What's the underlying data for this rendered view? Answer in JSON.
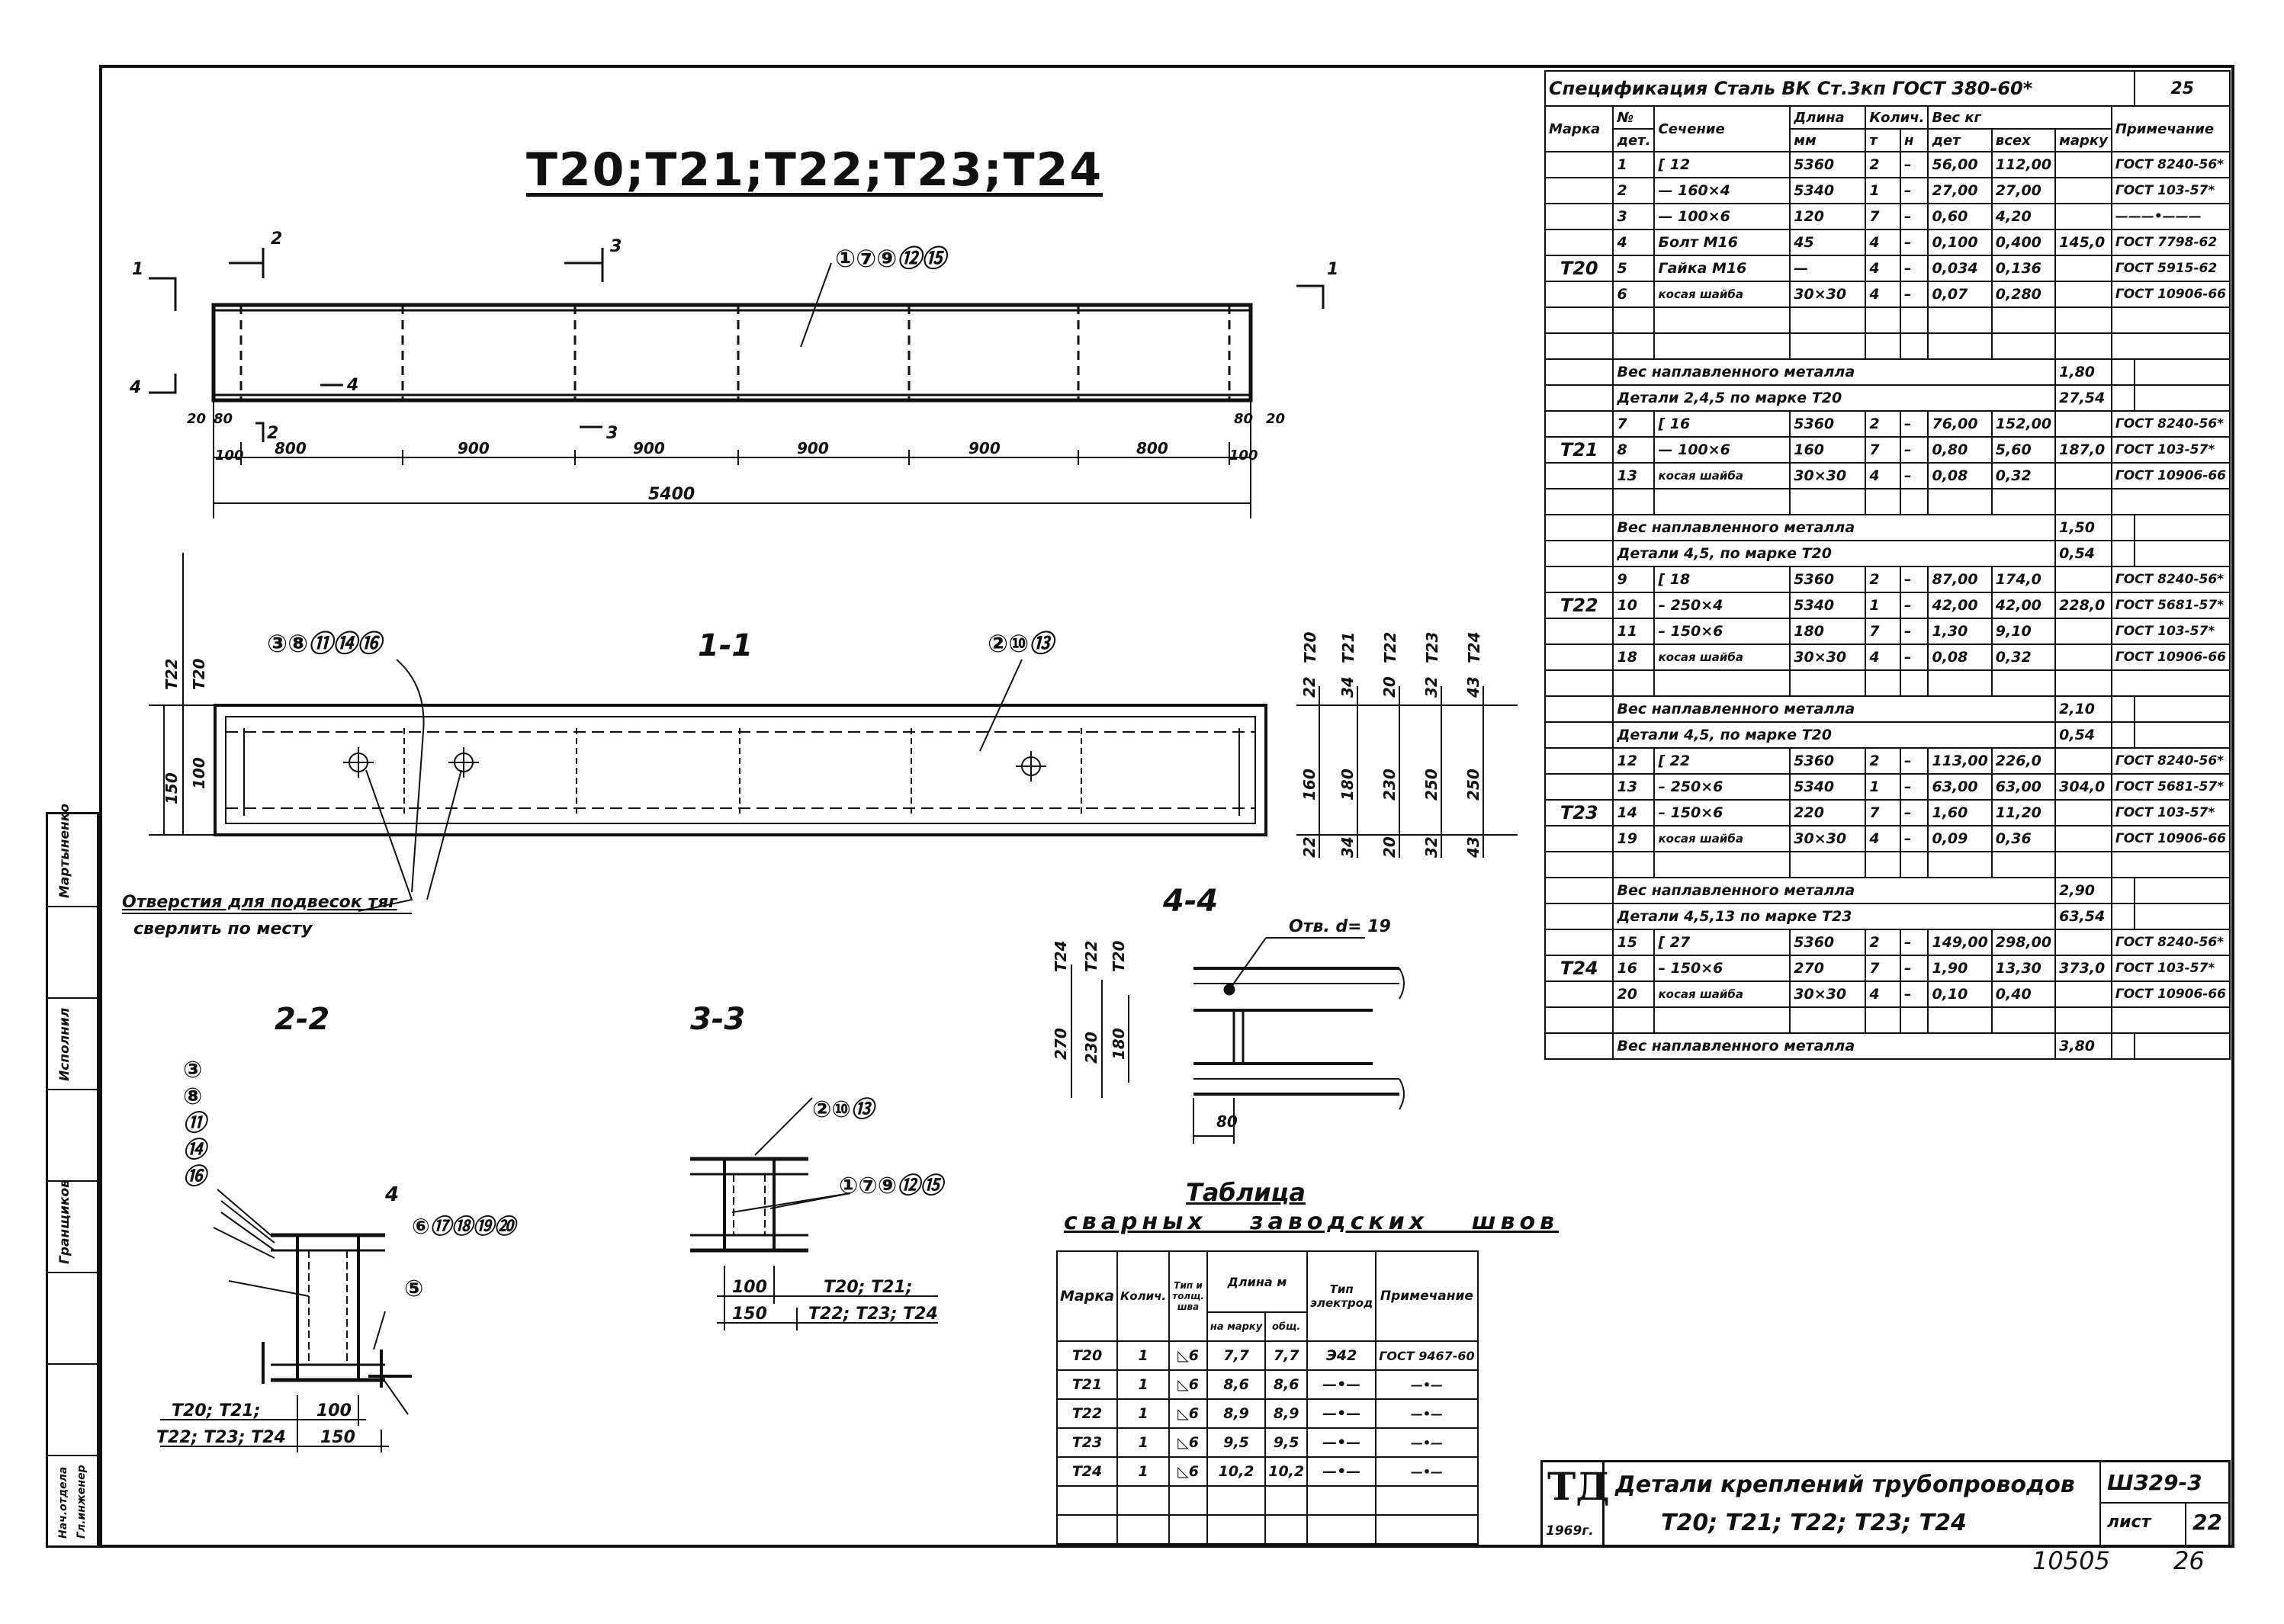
{
  "drawing_title": "Т20;Т21;Т22;Т23;Т24",
  "spec": {
    "title": "Спецификация  Сталь ВК Ст.3кп ГОСТ 380-60*",
    "sheet_no": "25",
    "headers": {
      "mark": "Марка",
      "no": "№",
      "det": "дет.",
      "section": "Сечение",
      "length": "Длина",
      "mm": "мм",
      "qty": "Колич.",
      "t": "т",
      "n": "н",
      "weight": "Вес кг",
      "w_det": "дет",
      "w_all": "всех",
      "w_mark": "марку",
      "note": "Примечание"
    },
    "rows": [
      {
        "mark": "",
        "no": "1",
        "section": "[ 12",
        "len": "5360",
        "t": "2",
        "n": "–",
        "wdet": "56,00",
        "wall": "112,00",
        "wmark": "",
        "note": "ГОСТ 8240-56*"
      },
      {
        "mark": "",
        "no": "2",
        "section": "— 160×4",
        "len": "5340",
        "t": "1",
        "n": "–",
        "wdet": "27,00",
        "wall": "27,00",
        "wmark": "",
        "note": "ГОСТ 103-57*"
      },
      {
        "mark": "",
        "no": "3",
        "section": "— 100×6",
        "len": "120",
        "t": "7",
        "n": "–",
        "wdet": "0,60",
        "wall": "4,20",
        "wmark": "",
        "note": "———•———"
      },
      {
        "mark": "",
        "no": "4",
        "section": "Болт М16",
        "len": "45",
        "t": "4",
        "n": "–",
        "wdet": "0,100",
        "wall": "0,400",
        "wmark": "145,0",
        "note": "ГОСТ 7798-62"
      },
      {
        "mark": "Т20",
        "no": "5",
        "section": "Гайка М16",
        "len": "—",
        "t": "4",
        "n": "–",
        "wdet": "0,034",
        "wall": "0,136",
        "wmark": "",
        "note": "ГОСТ 5915-62"
      },
      {
        "mark": "",
        "no": "6",
        "section": "косая шайба",
        "len": "30×30",
        "t": "4",
        "n": "–",
        "wdet": "0,07",
        "wall": "0,280",
        "wmark": "",
        "note": "ГОСТ 10906-66"
      },
      {
        "mark": "",
        "no": "",
        "section": "",
        "len": "",
        "t": "",
        "n": "",
        "wdet": "",
        "wall": "",
        "wmark": "",
        "note": ""
      },
      {
        "mark": "",
        "no": "",
        "section": "",
        "len": "",
        "t": "",
        "n": "",
        "wdet": "",
        "wall": "",
        "wmark": "",
        "note": ""
      },
      {
        "mark": "",
        "span": "Вес наплавленного металла",
        "wall": "1,80",
        "note": ""
      },
      {
        "mark": "",
        "span": "Детали 2,4,5  по марке  Т20",
        "wall": "27,54",
        "note": ""
      },
      {
        "mark": "",
        "no": "7",
        "section": "[ 16",
        "len": "5360",
        "t": "2",
        "n": "–",
        "wdet": "76,00",
        "wall": "152,00",
        "wmark": "",
        "note": "ГОСТ 8240-56*"
      },
      {
        "mark": "Т21",
        "no": "8",
        "section": "— 100×6",
        "len": "160",
        "t": "7",
        "n": "–",
        "wdet": "0,80",
        "wall": "5,60",
        "wmark": "187,0",
        "note": "ГОСТ 103-57*"
      },
      {
        "mark": "",
        "no": "13",
        "section": "косая шайба",
        "len": "30×30",
        "t": "4",
        "n": "–",
        "wdet": "0,08",
        "wall": "0,32",
        "wmark": "",
        "note": "ГОСТ 10906-66"
      },
      {
        "mark": "",
        "no": "",
        "section": "",
        "len": "",
        "t": "",
        "n": "",
        "wdet": "",
        "wall": "",
        "wmark": "",
        "note": ""
      },
      {
        "mark": "",
        "span": "Вес наплавленного металла",
        "wall": "1,50",
        "note": ""
      },
      {
        "mark": "",
        "span": "Детали 4,5,  по марке  Т20",
        "wall": "0,54",
        "note": ""
      },
      {
        "mark": "",
        "no": "9",
        "section": "[ 18",
        "len": "5360",
        "t": "2",
        "n": "–",
        "wdet": "87,00",
        "wall": "174,0",
        "wmark": "",
        "note": "ГОСТ 8240-56*"
      },
      {
        "mark": "Т22",
        "no": "10",
        "section": "– 250×4",
        "len": "5340",
        "t": "1",
        "n": "–",
        "wdet": "42,00",
        "wall": "42,00",
        "wmark": "228,0",
        "note": "ГОСТ 5681-57*"
      },
      {
        "mark": "",
        "no": "11",
        "section": "– 150×6",
        "len": "180",
        "t": "7",
        "n": "–",
        "wdet": "1,30",
        "wall": "9,10",
        "wmark": "",
        "note": "ГОСТ 103-57*"
      },
      {
        "mark": "",
        "no": "18",
        "section": "косая шайба",
        "len": "30×30",
        "t": "4",
        "n": "–",
        "wdet": "0,08",
        "wall": "0,32",
        "wmark": "",
        "note": "ГОСТ 10906-66"
      },
      {
        "mark": "",
        "no": "",
        "section": "",
        "len": "",
        "t": "",
        "n": "",
        "wdet": "",
        "wall": "",
        "wmark": "",
        "note": ""
      },
      {
        "mark": "",
        "span": "Вес наплавленного металла",
        "wall": "2,10",
        "note": ""
      },
      {
        "mark": "",
        "span": "Детали  4,5,  по марке Т20",
        "wall": "0,54",
        "note": ""
      },
      {
        "mark": "",
        "no": "12",
        "section": "[ 22",
        "len": "5360",
        "t": "2",
        "n": "–",
        "wdet": "113,00",
        "wall": "226,0",
        "wmark": "",
        "note": "ГОСТ 8240-56*"
      },
      {
        "mark": "",
        "no": "13",
        "section": "– 250×6",
        "len": "5340",
        "t": "1",
        "n": "–",
        "wdet": "63,00",
        "wall": "63,00",
        "wmark": "304,0",
        "note": "ГОСТ 5681-57*"
      },
      {
        "mark": "Т23",
        "no": "14",
        "section": "– 150×6",
        "len": "220",
        "t": "7",
        "n": "–",
        "wdet": "1,60",
        "wall": "11,20",
        "wmark": "",
        "note": "ГОСТ 103-57*"
      },
      {
        "mark": "",
        "no": "19",
        "section": "косая шайба",
        "len": "30×30",
        "t": "4",
        "n": "–",
        "wdet": "0,09",
        "wall": "0,36",
        "wmark": "",
        "note": "ГОСТ 10906-66"
      },
      {
        "mark": "",
        "no": "",
        "section": "",
        "len": "",
        "t": "",
        "n": "",
        "wdet": "",
        "wall": "",
        "wmark": "",
        "note": ""
      },
      {
        "mark": "",
        "span": "Вес наплавленного металла",
        "wall": "2,90",
        "note": ""
      },
      {
        "mark": "",
        "span": "Детали  4,5,13 по марке Т23",
        "wall": "63,54",
        "note": ""
      },
      {
        "mark": "",
        "no": "15",
        "section": "[ 27",
        "len": "5360",
        "t": "2",
        "n": "–",
        "wdet": "149,00",
        "wall": "298,00",
        "wmark": "",
        "note": "ГОСТ 8240-56*"
      },
      {
        "mark": "Т24",
        "no": "16",
        "section": "– 150×6",
        "len": "270",
        "t": "7",
        "n": "–",
        "wdet": "1,90",
        "wall": "13,30",
        "wmark": "373,0",
        "note": "ГОСТ 103-57*"
      },
      {
        "mark": "",
        "no": "20",
        "section": "косая шайба",
        "len": "30×30",
        "t": "4",
        "n": "–",
        "wdet": "0,10",
        "wall": "0,40",
        "wmark": "",
        "note": "ГОСТ 10906-66"
      },
      {
        "mark": "",
        "no": "",
        "section": "",
        "len": "",
        "t": "",
        "n": "",
        "wdet": "",
        "wall": "",
        "wmark": "",
        "note": ""
      },
      {
        "mark": "",
        "span": "Вес наплавленного металла",
        "wall": "3,80",
        "note": ""
      }
    ]
  },
  "weld_table": {
    "title1": "Таблица",
    "title2": "сварных заводских швов",
    "headers": {
      "mark": "Марка",
      "qty": "Колич.",
      "type": "Тип и толщ. шва",
      "length": "Длина м",
      "per": "на марку",
      "total": "общ.",
      "electrode": "Тип электрод",
      "note": "Примечание"
    },
    "rows": [
      {
        "mark": "Т20",
        "qty": "1",
        "type": "◺6",
        "per": "7,7",
        "total": "7,7",
        "electrode": "Э42",
        "note": "ГОСТ 9467-60"
      },
      {
        "mark": "Т21",
        "qty": "1",
        "type": "◺6",
        "per": "8,6",
        "total": "8,6",
        "electrode": "—•—",
        "note": "—•—"
      },
      {
        "mark": "Т22",
        "qty": "1",
        "type": "◺6",
        "per": "8,9",
        "total": "8,9",
        "electrode": "—•—",
        "note": "—•—"
      },
      {
        "mark": "Т23",
        "qty": "1",
        "type": "◺6",
        "per": "9,5",
        "total": "9,5",
        "electrode": "—•—",
        "note": "—•—"
      },
      {
        "mark": "Т24",
        "qty": "1",
        "type": "◺6",
        "per": "10,2",
        "total": "10,2",
        "electrode": "—•—",
        "note": "—•—"
      }
    ]
  },
  "views": {
    "section_1_1": "1-1",
    "section_2_2": "2-2",
    "section_3_3": "3-3",
    "section_4_4": "4-4",
    "hole_note_1": "Отверстия для подвесок тяг",
    "hole_note_2": "сверлить по месту",
    "hole_label": "Отв. d= 19",
    "plan_callouts": "①⑦⑨⑫⑮",
    "sec11_left_callouts": "③⑧⑪⑭⑯",
    "sec11_right_callouts": "②⑩⑬",
    "sec22_list": [
      "③",
      "⑧",
      "⑪",
      "⑭",
      "⑯"
    ],
    "sec22_bolt_callouts": "⑥⑰⑱⑲⑳",
    "sec22_num4": "4",
    "sec22_num5": "⑤",
    "sec33_top_callouts": "②⑩⑬",
    "sec33_side_callouts": "①⑦⑨⑫⑮",
    "dims_plan": [
      "800",
      "900",
      "900",
      "900",
      "900",
      "800"
    ],
    "dim_total": "5400",
    "dim_edge": "100",
    "dim_20": "20",
    "dim_80": "80",
    "sec22_rows": [
      {
        "label": "Т20; Т21;",
        "val": "100"
      },
      {
        "label": "Т22; Т23; Т24",
        "val": "150"
      }
    ],
    "sec33_rows": [
      {
        "label": "Т20; Т21;",
        "val": "100"
      },
      {
        "label": "Т22; Т23; Т24",
        "val": "150"
      }
    ],
    "sec44_dims": [
      "270",
      "230",
      "180",
      "80"
    ],
    "sec11_heights": [
      "160",
      "180",
      "230",
      "250",
      "250"
    ],
    "sec11_tops": [
      "22",
      "34",
      "20",
      "32",
      "43"
    ],
    "marks_vertical": [
      "Т20",
      "Т21",
      "Т22",
      "Т23",
      "Т24"
    ],
    "sec11_left_dims": [
      "150",
      "100"
    ],
    "cut_labels": [
      "1",
      "2",
      "3",
      "4"
    ]
  },
  "title_block": {
    "logo": "ТД",
    "year": "1969г.",
    "line1": "Детали креплений трубопроводов",
    "line2": "Т20; Т21; Т22; Т23; Т24",
    "series": "ШЗ29-3",
    "sheet_label": "лист",
    "sheet_no": "22",
    "archive_no": "10505",
    "page": "26"
  },
  "side_strip": {
    "cells": [
      "Мартыненко",
      "",
      "Исполнил",
      "",
      "Гранщиков",
      "",
      "Нач.отдела",
      "Гл.инженер"
    ]
  }
}
